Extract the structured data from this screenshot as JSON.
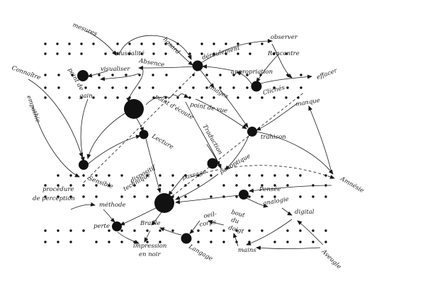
{
  "colors": {
    "ink": "#111111",
    "paper": "#ffffff"
  },
  "labels": {
    "mesures": "mesures",
    "musealite": "muséalité",
    "hasard": "hasard",
    "deroulement": "déroulement",
    "observer": "observer",
    "rencontre": "Rencontre",
    "effacer": "effacer",
    "appropriation": "appropriation",
    "images": "images",
    "cliches": "Clichés",
    "absence": "Absence",
    "visualiser": "visualiser",
    "point_de": "point de",
    "connaitre": "Connaître",
    "empathie": "empathie",
    "gain": "gain",
    "point_d_ecoute": "point d'écoute",
    "point_de_vue": "point de vue",
    "manque": "manque",
    "trahison": "trahison",
    "lecture": "Lecture",
    "traduction": "Traduction",
    "sensible": "Sensible",
    "panoptique": "panoptique",
    "passage": "passage",
    "amnesie": "Amnésie",
    "procedure_line1": "procédure",
    "procedure_line2": "de perception",
    "methode": "méthode",
    "dispositif_line1": "dispositif",
    "dispositif_line2": "technique",
    "pensee": "Pensée",
    "analogie": "analogie",
    "digital": "digital",
    "perte": "perte",
    "braille": "Braille",
    "oeil_line1": "oeil-",
    "oeil_line2": "corps",
    "bout_line1": "bout",
    "bout_line2": "du",
    "bout_line3": "doigt",
    "langage": "Langage",
    "mains": "mains",
    "aveugle": "Aveugle",
    "impression_line1": "impression",
    "impression_line2": "en noir"
  }
}
